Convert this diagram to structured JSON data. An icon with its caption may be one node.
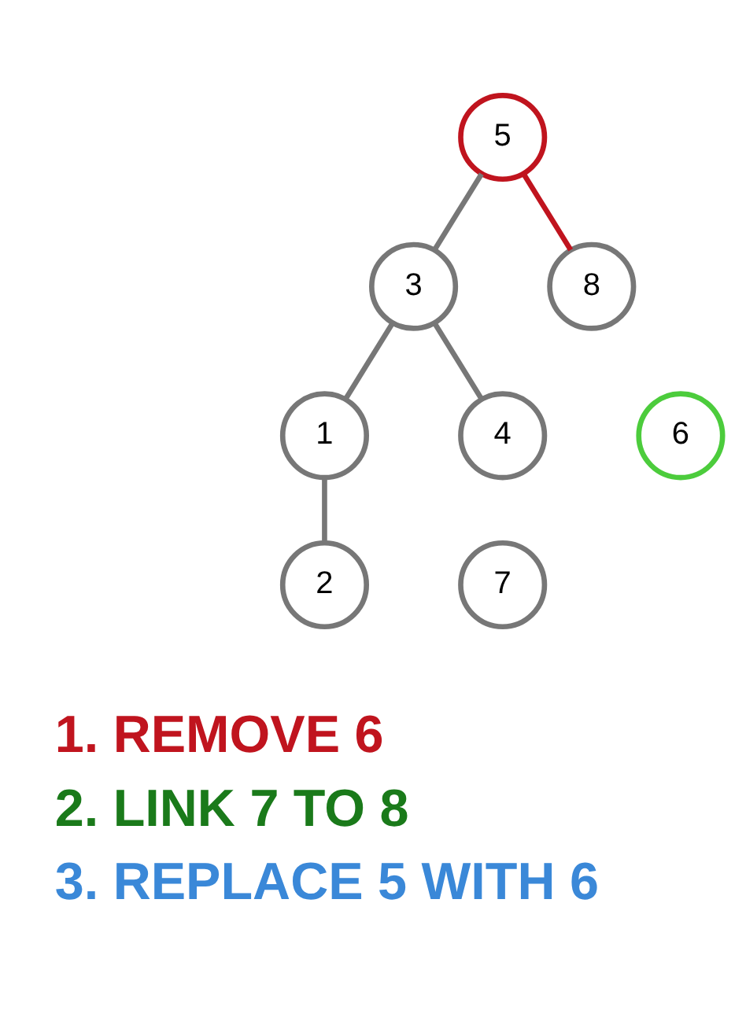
{
  "diagram": {
    "nodes": [
      {
        "text": [
          "5"
        ]
      },
      {
        "text": [
          "3"
        ]
      },
      {
        "text": [
          "8"
        ]
      },
      {
        "text": [
          "1"
        ]
      },
      {
        "text": [
          "4"
        ]
      },
      {
        "text": [
          "6"
        ]
      },
      {
        "text": [
          "2"
        ]
      },
      {
        "text": [
          "7"
        ]
      }
    ],
    "edges": [
      {
        "from": 0,
        "to": 1,
        "arrow": "none"
      },
      {
        "from": 0,
        "to": 2,
        "arrow": "none",
        "color": "#c0141e"
      },
      {
        "from": 1,
        "to": 3,
        "arrow": "none"
      },
      {
        "from": 1,
        "to": 4,
        "arrow": "none"
      },
      {
        "from": 3,
        "to": 6,
        "arrow": "none"
      }
    ],
    "labels": [
      "1. REMOVE 6",
      "2. LINK 7 TO 8",
      "3. REPLACE 5 WITH 6"
    ]
  }
}
